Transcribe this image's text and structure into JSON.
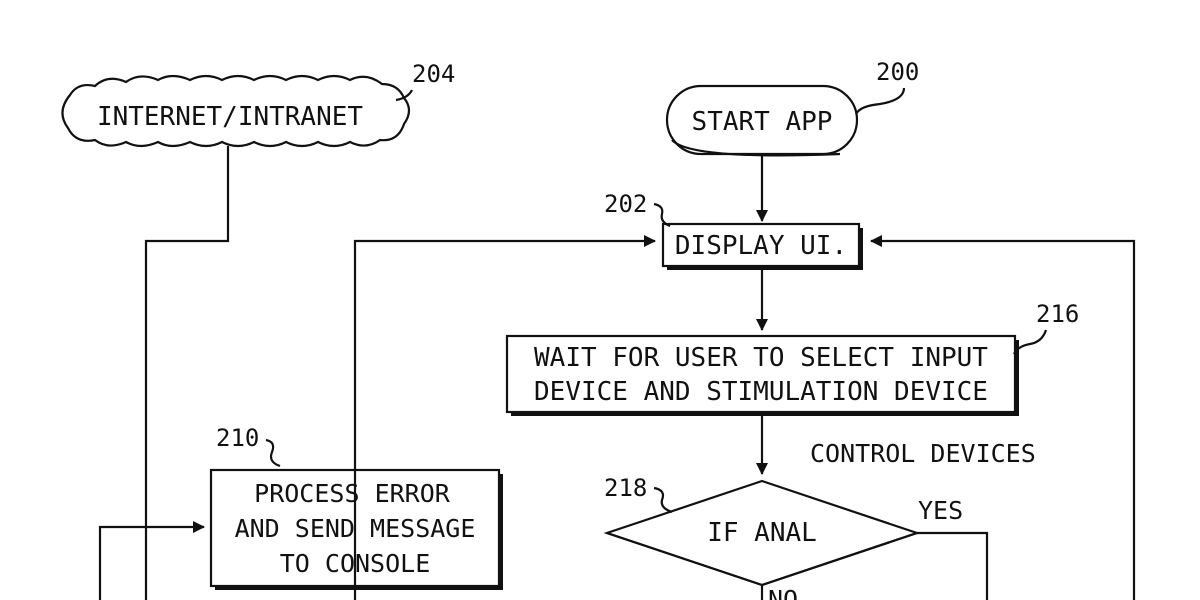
{
  "nodes": {
    "internet": {
      "label": "INTERNET/INTRANET",
      "ref": "204"
    },
    "start": {
      "label": "START APP",
      "ref": "200"
    },
    "display": {
      "label": "DISPLAY UI.",
      "ref": "202"
    },
    "wait": {
      "line1": "WAIT FOR USER TO SELECT INPUT",
      "line2": "DEVICE AND STIMULATION DEVICE",
      "ref": "216"
    },
    "error": {
      "line1": "PROCESS ERROR",
      "line2": "AND SEND MESSAGE",
      "line3": "TO CONSOLE",
      "ref": "210"
    },
    "decision": {
      "label": "IF ANAL",
      "ref": "218"
    }
  },
  "labels": {
    "control_devices": "CONTROL DEVICES",
    "yes": "YES",
    "no": "NO"
  },
  "colors": {
    "ink": "#111111",
    "background": "#ffffff"
  }
}
